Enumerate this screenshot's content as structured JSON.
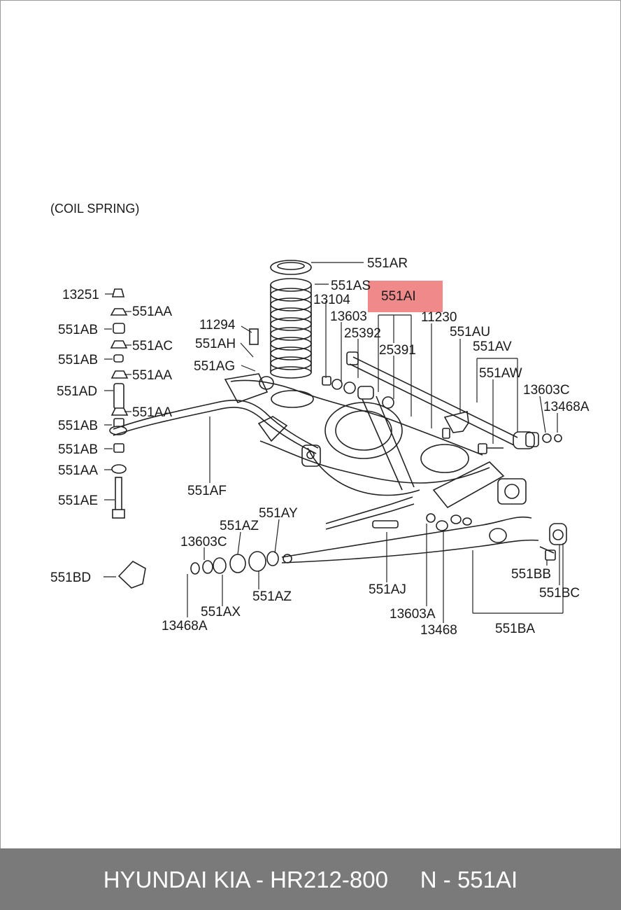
{
  "diagram": {
    "heading": "(COIL SPRING)",
    "highlight_color": "#f08a8a",
    "parts": {
      "p13251": "13251",
      "p551AA_1": "551AA",
      "p551AB_1": "551AB",
      "p551AC": "551AC",
      "p551AB_2": "551AB",
      "p551AA_2": "551AA",
      "p551AD": "551AD",
      "p551AA_3": "551AA",
      "p551AB_3": "551AB",
      "p551AB_4": "551AB",
      "p551AA_4": "551AA",
      "p551AE": "551AE",
      "p11294": "11294",
      "p551AH": "551AH",
      "p551AG": "551AG",
      "p551AR": "551AR",
      "p551AS": "551AS",
      "p13104": "13104",
      "p13603": "13603",
      "p25392": "25392",
      "p551AI": "551AI",
      "p25391": "25391",
      "p11230": "11230",
      "p551AU": "551AU",
      "p551AV": "551AV",
      "p551AW": "551AW",
      "p13603C_1": "13603C",
      "p13468A_1": "13468A",
      "p551AF": "551AF",
      "p551AY": "551AY",
      "p551AZ_1": "551AZ",
      "p13603C_2": "13603C",
      "p551BD": "551BD",
      "p551AX": "551AX",
      "p551AZ_2": "551AZ",
      "p13468A_2": "13468A",
      "p551AJ": "551AJ",
      "p13603A": "13603A",
      "p13468": "13468",
      "p551BB": "551BB",
      "p551BC": "551BC",
      "p551BA": "551BA"
    }
  },
  "footer": {
    "text": "HYUNDAI KIA - HR212-800     N - 551AI",
    "background": "#7a7a7a"
  }
}
